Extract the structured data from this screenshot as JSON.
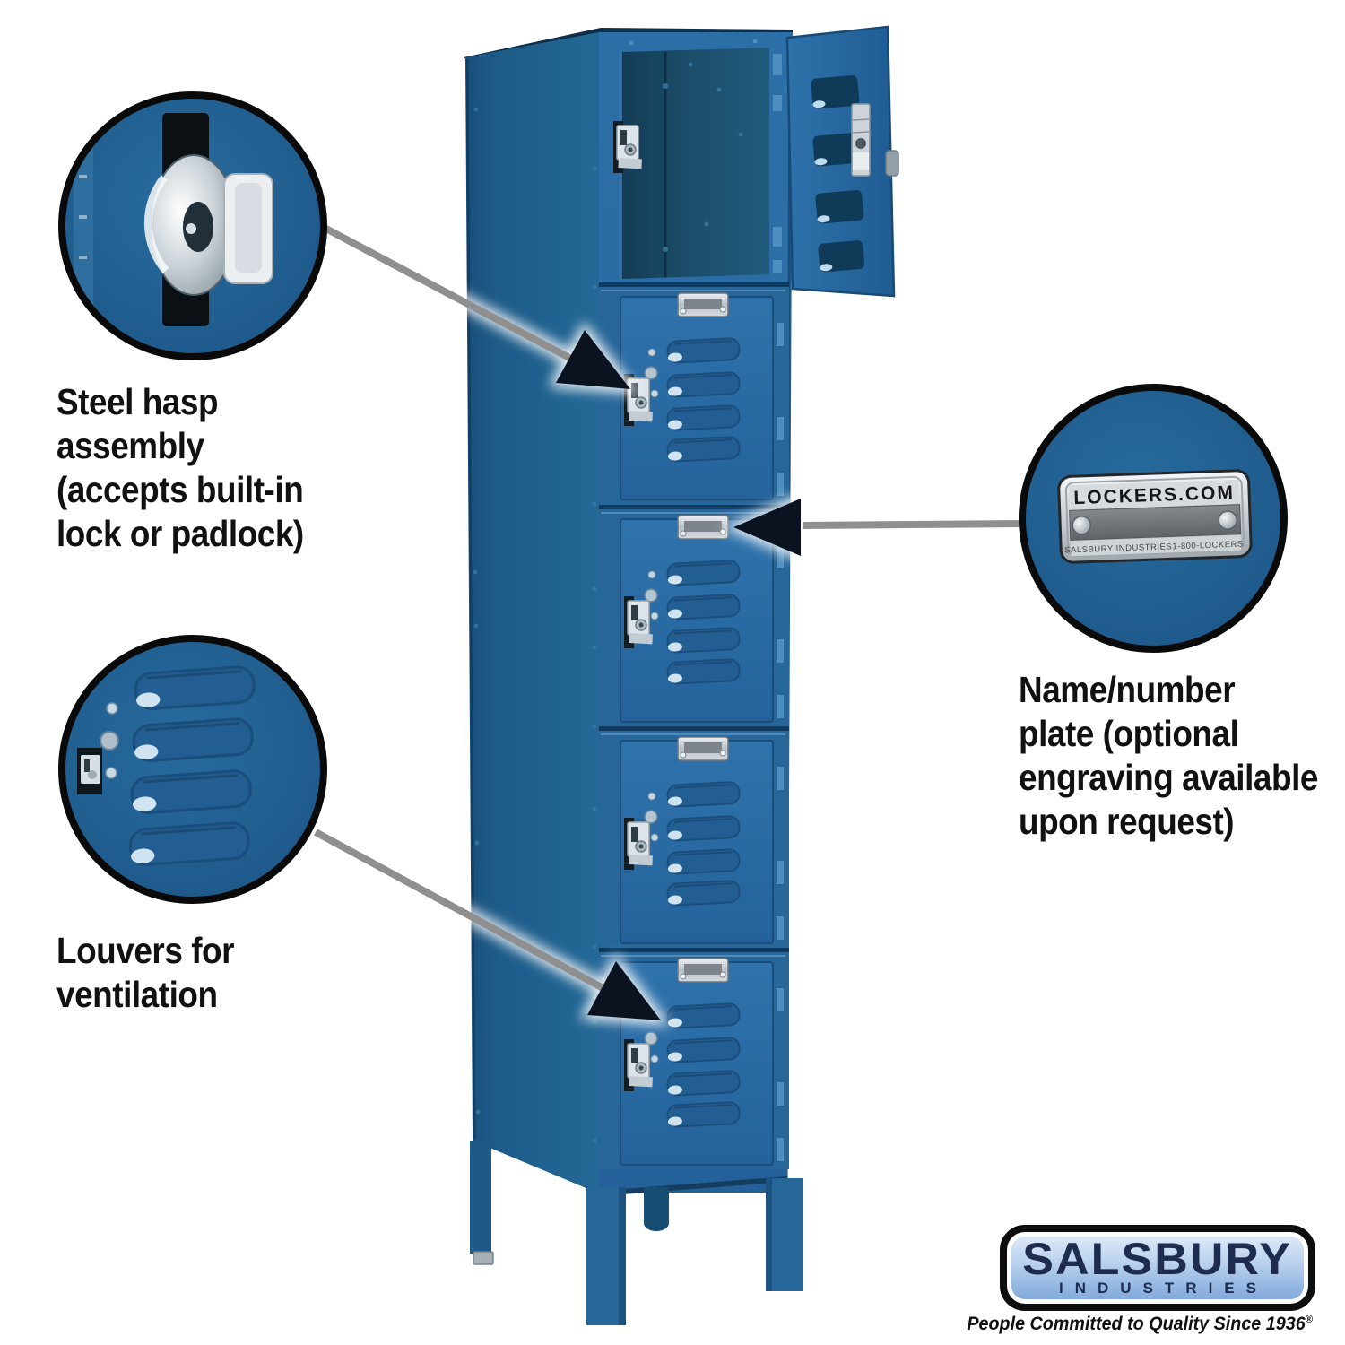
{
  "callouts": {
    "steel_hasp": {
      "lines": [
        "Steel hasp",
        "assembly",
        "(accepts built-in",
        "lock or padlock)"
      ]
    },
    "louvers": {
      "lines": [
        "Louvers for",
        "ventilation"
      ]
    },
    "name_plate": {
      "lines": [
        "Name/number",
        "plate (optional",
        "engraving available",
        "upon request)"
      ]
    }
  },
  "detail_plate": {
    "title": "LOCKERS.COM",
    "maker": "SALSBURY INDUSTRIES",
    "phone": "1-800-LOCKERS"
  },
  "logo": {
    "name": "SALSBURY",
    "subtitle": "INDUSTRIES",
    "tagline": "People Committed to Quality Since 1936",
    "registered_mark": "®"
  },
  "colors": {
    "locker_front_blue": "#2a6ba3",
    "locker_side_blue": "#1e5f8e",
    "locker_interior_blue": "#1a5070",
    "detail_circle_blue": "#215f8e",
    "arrow_shaft_gray": "#8f8f8f",
    "arrow_head_black": "#0c1320",
    "logo_navy": "#1e2c4f",
    "background": "#ffffff"
  }
}
